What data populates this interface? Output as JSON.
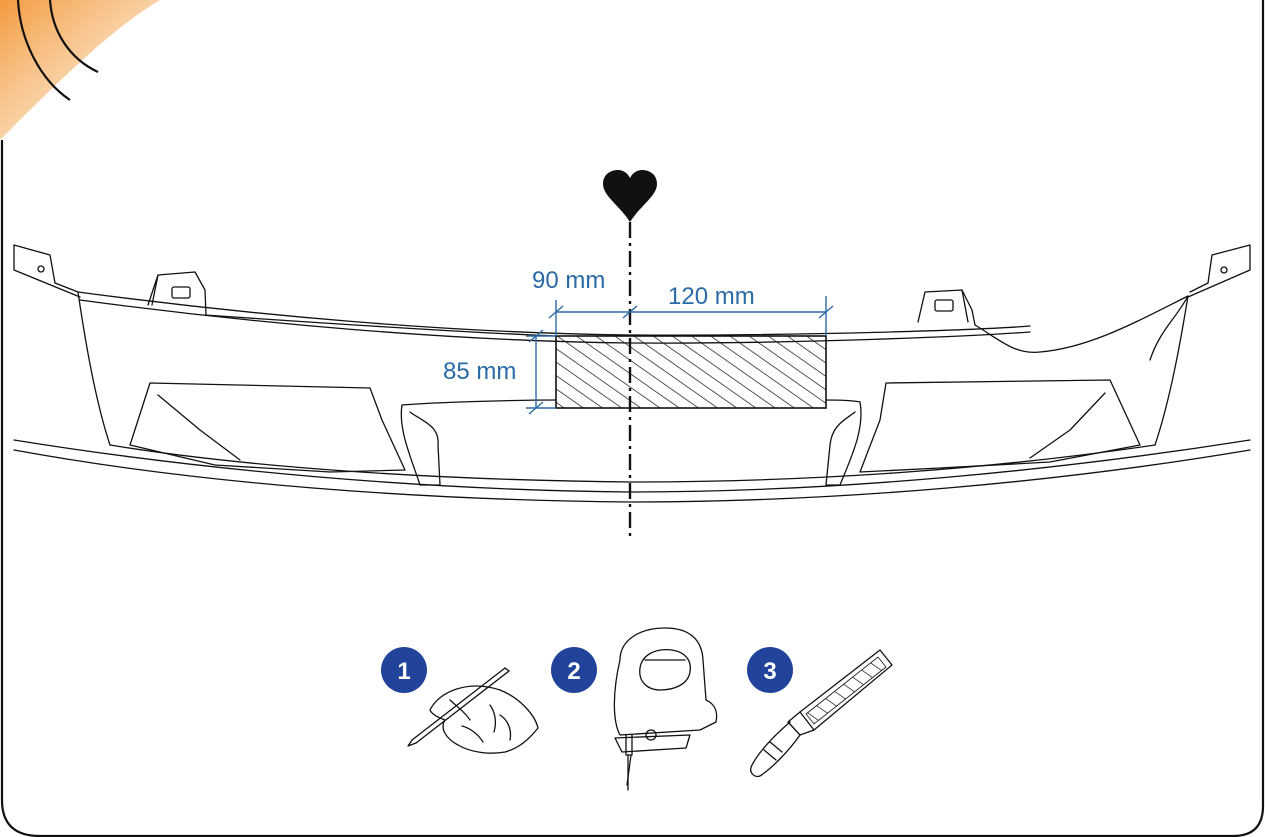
{
  "colors": {
    "accent": "#f6a24a",
    "dimension": "#2a6aa6",
    "step_badge": "#21449a",
    "line": "#111111",
    "background": "#ffffff"
  },
  "dimensions": {
    "left_width": "90 mm",
    "right_width": "120 mm",
    "height": "85 mm"
  },
  "center_symbol": "heart-icon",
  "steps": [
    {
      "number": "1",
      "tool": "pencil-hand-icon"
    },
    {
      "number": "2",
      "tool": "jigsaw-icon"
    },
    {
      "number": "3",
      "tool": "file-icon"
    }
  ]
}
